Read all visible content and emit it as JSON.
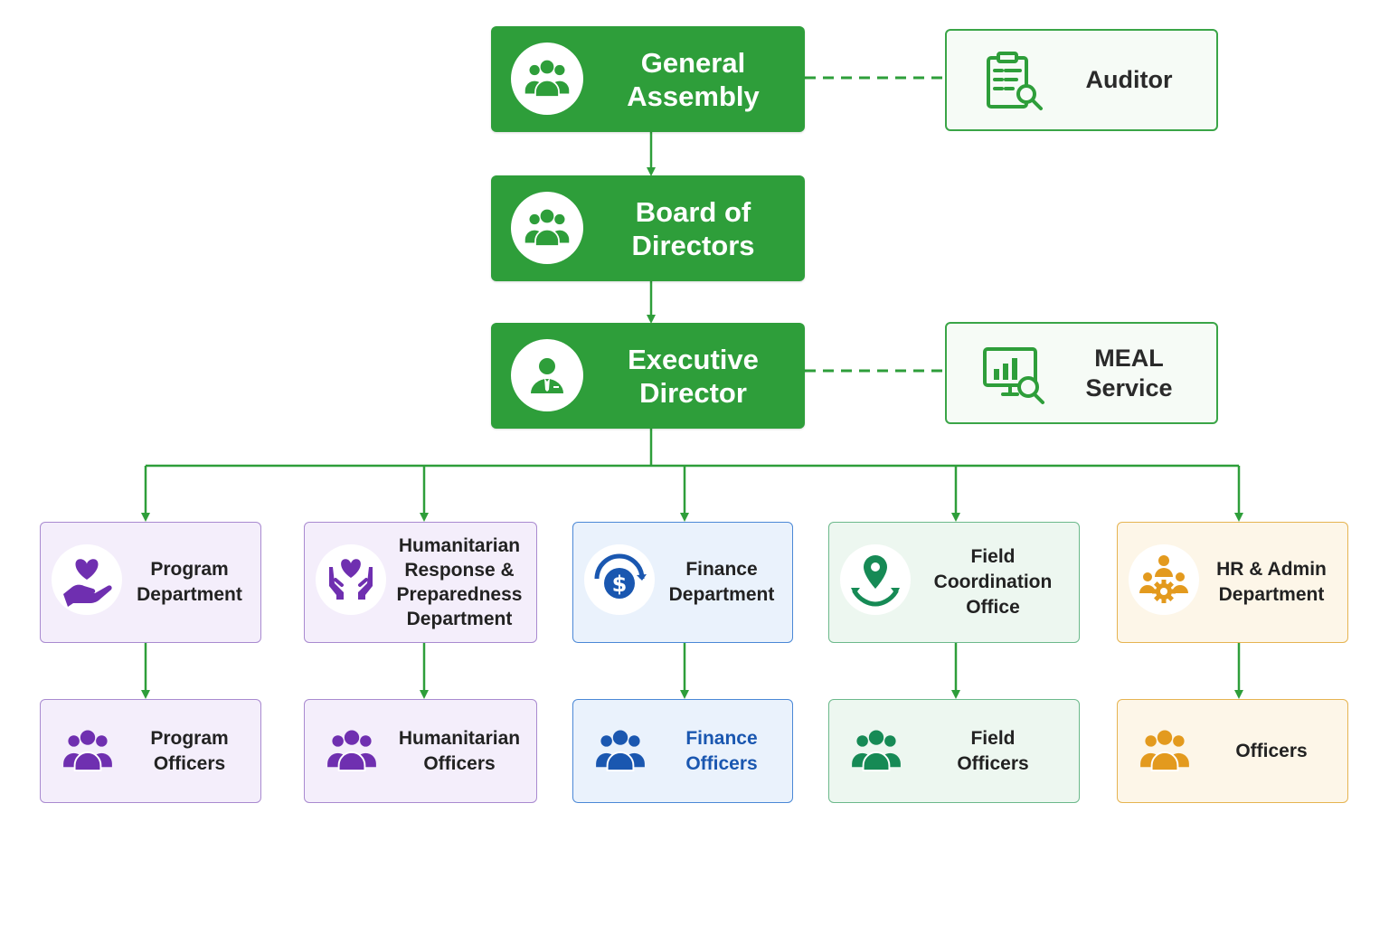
{
  "colors": {
    "primary_green": "#2e9e3a",
    "connector_green": "#2e9e3a",
    "purple": "#6f2fb0",
    "blue": "#1a57b0",
    "teal_green": "#168a55",
    "orange": "#e39a1e"
  },
  "top_nodes": [
    {
      "id": "general-assembly",
      "lines": [
        "General",
        "Assembly"
      ],
      "icon": "people-group-icon"
    },
    {
      "id": "board-of-directors",
      "lines": [
        "Board of",
        "Directors"
      ],
      "icon": "people-group-icon"
    },
    {
      "id": "executive-director",
      "lines": [
        "Executive",
        "Director"
      ],
      "icon": "executive-person-icon"
    }
  ],
  "side_nodes": [
    {
      "id": "auditor",
      "lines": [
        "Auditor"
      ],
      "icon": "clipboard-search-icon",
      "attached_to": "general-assembly",
      "link": "dashed"
    },
    {
      "id": "meal-service",
      "lines": [
        "MEAL",
        "Service"
      ],
      "icon": "monitor-chart-search-icon",
      "attached_to": "executive-director",
      "link": "dashed"
    }
  ],
  "departments": [
    {
      "id": "program",
      "lines": [
        "Program",
        "Department"
      ],
      "icon": "hand-heart-icon",
      "theme": "purple",
      "officers": {
        "lines": [
          "Program",
          "Officers"
        ],
        "icon": "people-group-icon"
      }
    },
    {
      "id": "humanitarian",
      "lines": [
        "Humanitarian",
        "Response &",
        "Preparedness",
        "Department"
      ],
      "icon": "hands-heart-icon",
      "theme": "purple",
      "officers": {
        "lines": [
          "Humanitarian",
          "Officers"
        ],
        "icon": "people-group-icon"
      }
    },
    {
      "id": "finance",
      "lines": [
        "Finance",
        "Department"
      ],
      "icon": "dollar-cycle-icon",
      "theme": "blue",
      "officers": {
        "lines": [
          "Finance",
          "Officers"
        ],
        "icon": "people-group-icon"
      }
    },
    {
      "id": "field-coordination",
      "lines": [
        "Field Coordination",
        "Office"
      ],
      "icon": "map-pin-arrows-icon",
      "theme": "green",
      "officers": {
        "lines": [
          "Field",
          "Officers"
        ],
        "icon": "people-group-icon"
      }
    },
    {
      "id": "hr-admin",
      "lines": [
        "HR & Admin",
        "Department"
      ],
      "icon": "people-gear-icon",
      "theme": "orange",
      "officers": {
        "lines": [
          "Officers"
        ],
        "icon": "people-group-icon"
      }
    }
  ]
}
